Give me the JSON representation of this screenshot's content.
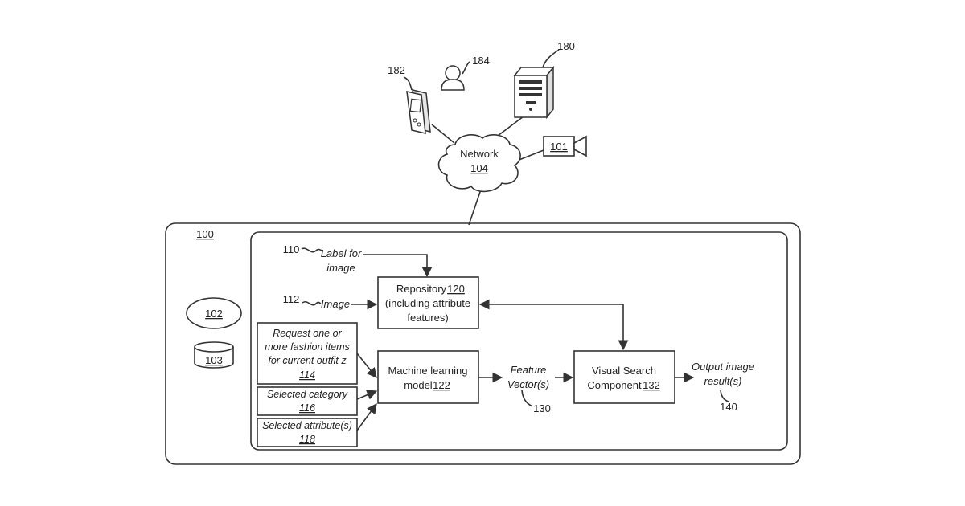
{
  "network": {
    "label": "Network",
    "ref": "104"
  },
  "refs": {
    "mobile_device": "182",
    "user": "184",
    "server": "180",
    "camera": "101",
    "system": "100",
    "component_102": "102",
    "component_103": "103",
    "label_input": "110",
    "image_input": "112",
    "feature_vector": "130",
    "output": "140"
  },
  "inputs": {
    "label_for_image": [
      "Label for",
      "image"
    ],
    "image": "Image"
  },
  "repository": {
    "lines": [
      "Repository",
      "(including attribute",
      "features)"
    ],
    "ref": "120"
  },
  "ml_model": {
    "lines": [
      "Machine learning",
      "model"
    ],
    "ref": "122"
  },
  "visual_search": {
    "lines": [
      "Visual Search",
      "Component"
    ],
    "ref": "132"
  },
  "request_box": {
    "lines": [
      "Request one or",
      "more fashion items",
      "for current outfit z"
    ],
    "ref": "114"
  },
  "category_box": {
    "label": "Selected category",
    "ref": "116"
  },
  "attribute_box": {
    "label": "Selected attribute(s)",
    "ref": "118"
  },
  "feature_vector_label": [
    "Feature",
    "Vector(s)"
  ],
  "output_label": [
    "Output image",
    "result(s)"
  ]
}
